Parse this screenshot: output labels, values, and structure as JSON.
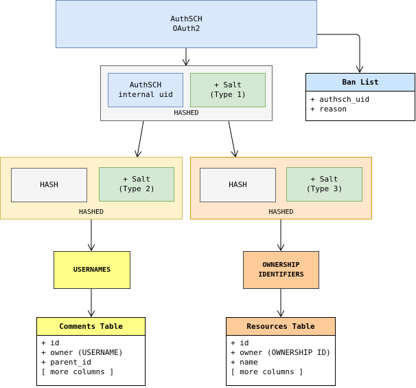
{
  "nodes": {
    "oauth": {
      "line1": "AuthSCH",
      "line2": "OAuth2"
    },
    "uid_group": {
      "uid": "AuthSCH\ninternal uid",
      "salt": "+ Salt\n(Type 1)",
      "label": "HASHED"
    },
    "left_group": {
      "hash": "HASH",
      "salt": "+ Salt\n(Type 2)",
      "label": "HASHED"
    },
    "right_group": {
      "hash": "HASH",
      "salt": "+ Salt\n(Type 3)",
      "label": "HASHED"
    },
    "usernames": "USERNAMES",
    "ownership": "OWNERSHIP\nIDENTIFIERS"
  },
  "tables": {
    "ban_list": {
      "title": "Ban List",
      "rows": [
        "+ authsch_uid",
        "+ reason"
      ]
    },
    "comments": {
      "title": "Comments Table",
      "rows": [
        "+ id",
        "+ owner (USERNAME)",
        "+ parent_id",
        "[ more columns ]"
      ]
    },
    "resources": {
      "title": "Resources Table",
      "rows": [
        "+ id",
        "+ owner (OWNERSHIP ID)",
        "+ name",
        "[ more columns ]"
      ]
    }
  },
  "colors": {
    "blue_fill": "#dae8fc",
    "blue_stroke": "#6c8ebf",
    "green_fill": "#d5e8d4",
    "green_stroke": "#82b366",
    "gray_fill": "#f5f5f5",
    "gray_stroke": "#666666",
    "yellow_fill": "#fff2cc",
    "yellow_stroke": "#d6b656",
    "orange_fill": "#ffe6cc",
    "orange_stroke": "#d79b00",
    "bright_yellow": "#ffff88",
    "peach": "#ffcc99"
  }
}
